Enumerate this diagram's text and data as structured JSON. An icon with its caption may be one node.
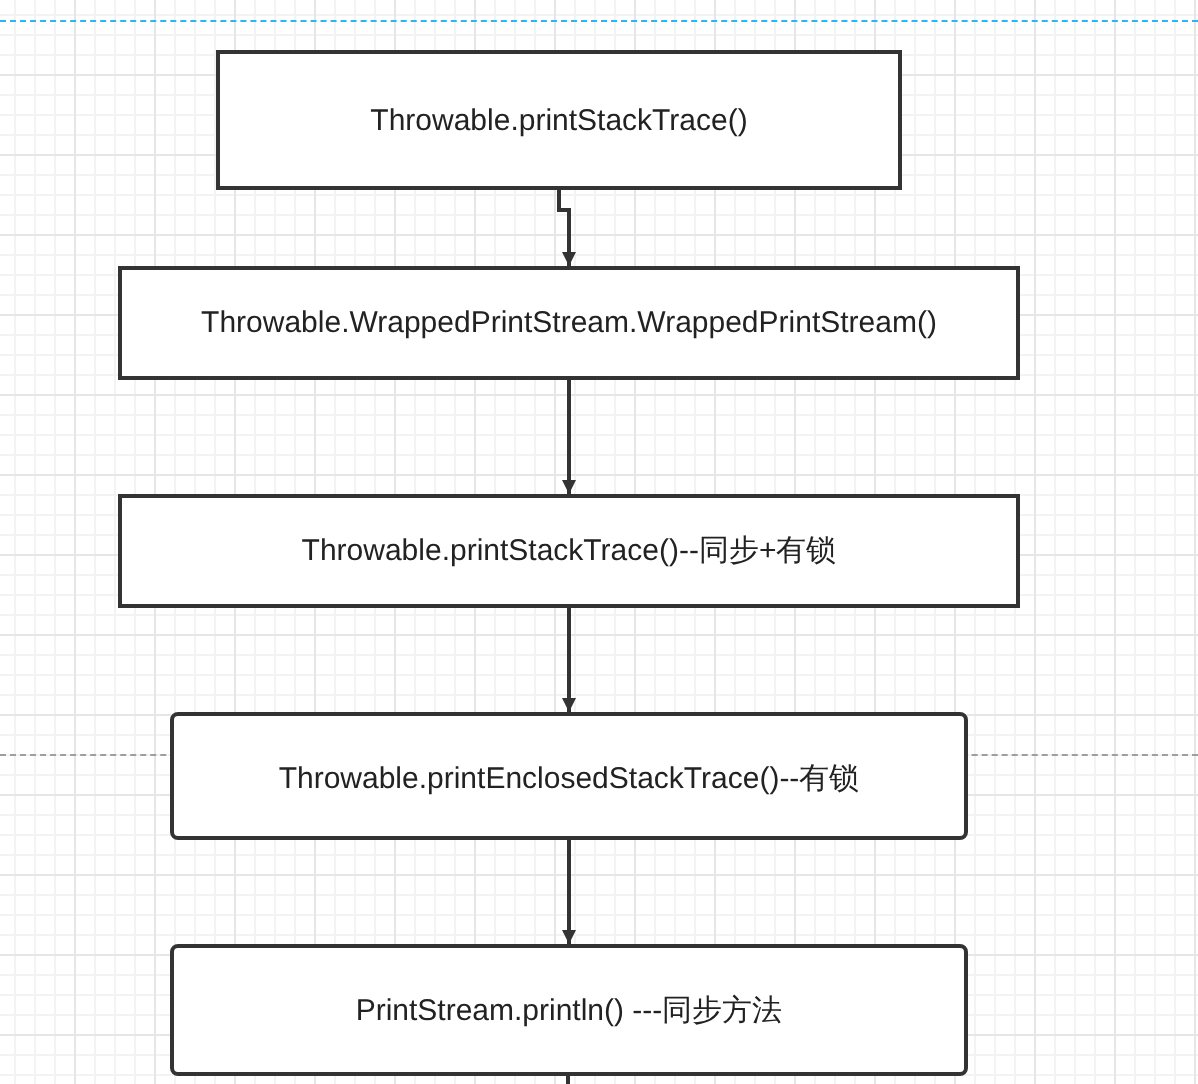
{
  "diagram": {
    "nodes": [
      {
        "text": [
          "Throwable.printStackTrace()"
        ]
      },
      {
        "text": [
          "Throwable.WrappedPrintStream.WrappedPrintStream()"
        ]
      },
      {
        "text": [
          "Throwable.printStackTrace()--同步+有锁"
        ]
      },
      {
        "text": [
          "Throwable.printEnclosedStackTrace()--有锁"
        ]
      },
      {
        "text": [
          "PrintStream.println() ---同步方法"
        ]
      }
    ],
    "edges": [
      {
        "from": 0,
        "to": 1,
        "arrow": "to"
      },
      {
        "from": 1,
        "to": 2,
        "arrow": "to"
      },
      {
        "from": 2,
        "to": 3,
        "arrow": "to"
      },
      {
        "from": 3,
        "to": 4,
        "arrow": "to"
      },
      {
        "from": 4,
        "to": null,
        "arrow": "none"
      }
    ]
  }
}
